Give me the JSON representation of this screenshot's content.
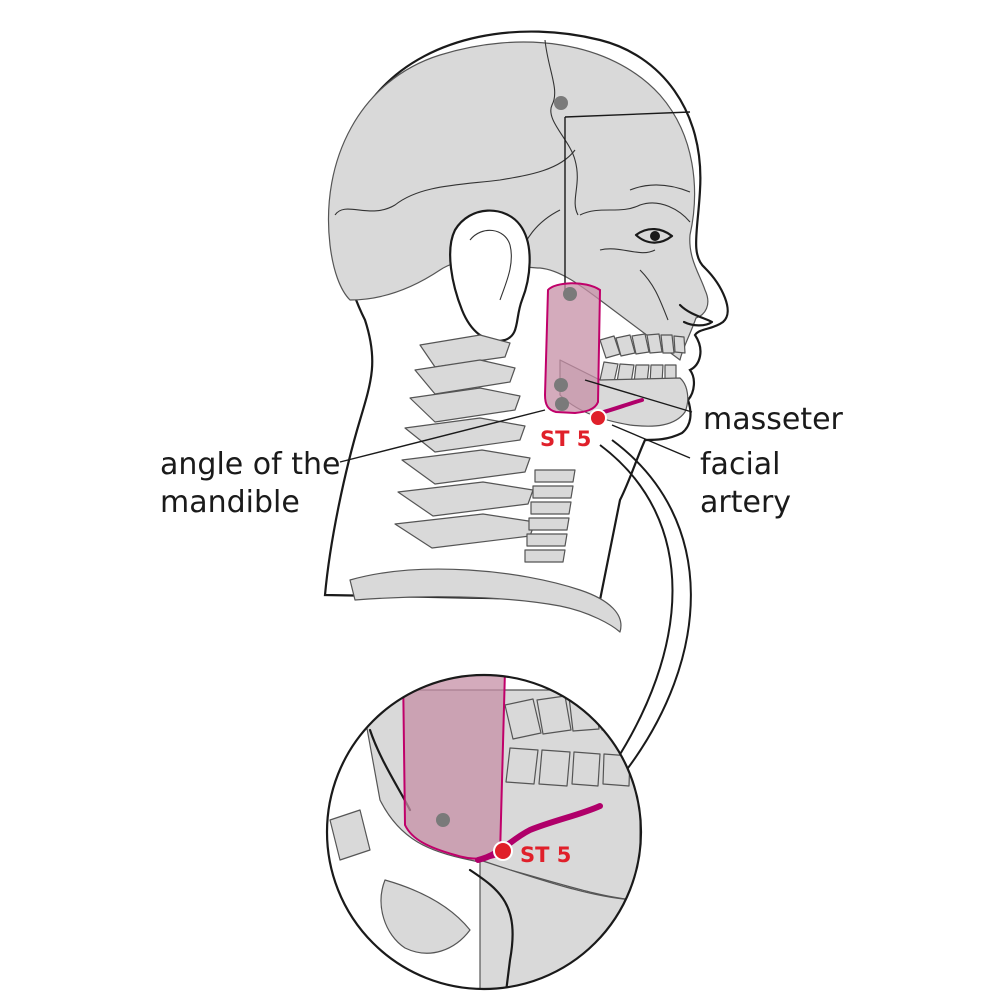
{
  "labels": {
    "masseter": "masseter",
    "facial_artery_line1": "facial",
    "facial_artery_line2": "artery",
    "angle_line1": "angle of the",
    "angle_line2": "mandible"
  },
  "points": {
    "main": "ST 5",
    "inset": "ST 5"
  },
  "colors": {
    "point": "#e0202a",
    "muscle_fill": "#c58fa6",
    "muscle_stroke": "#c0006a",
    "artery": "#b0006a",
    "bone": "#d9d9d9",
    "landmark_dot": "#7a7a7a"
  }
}
